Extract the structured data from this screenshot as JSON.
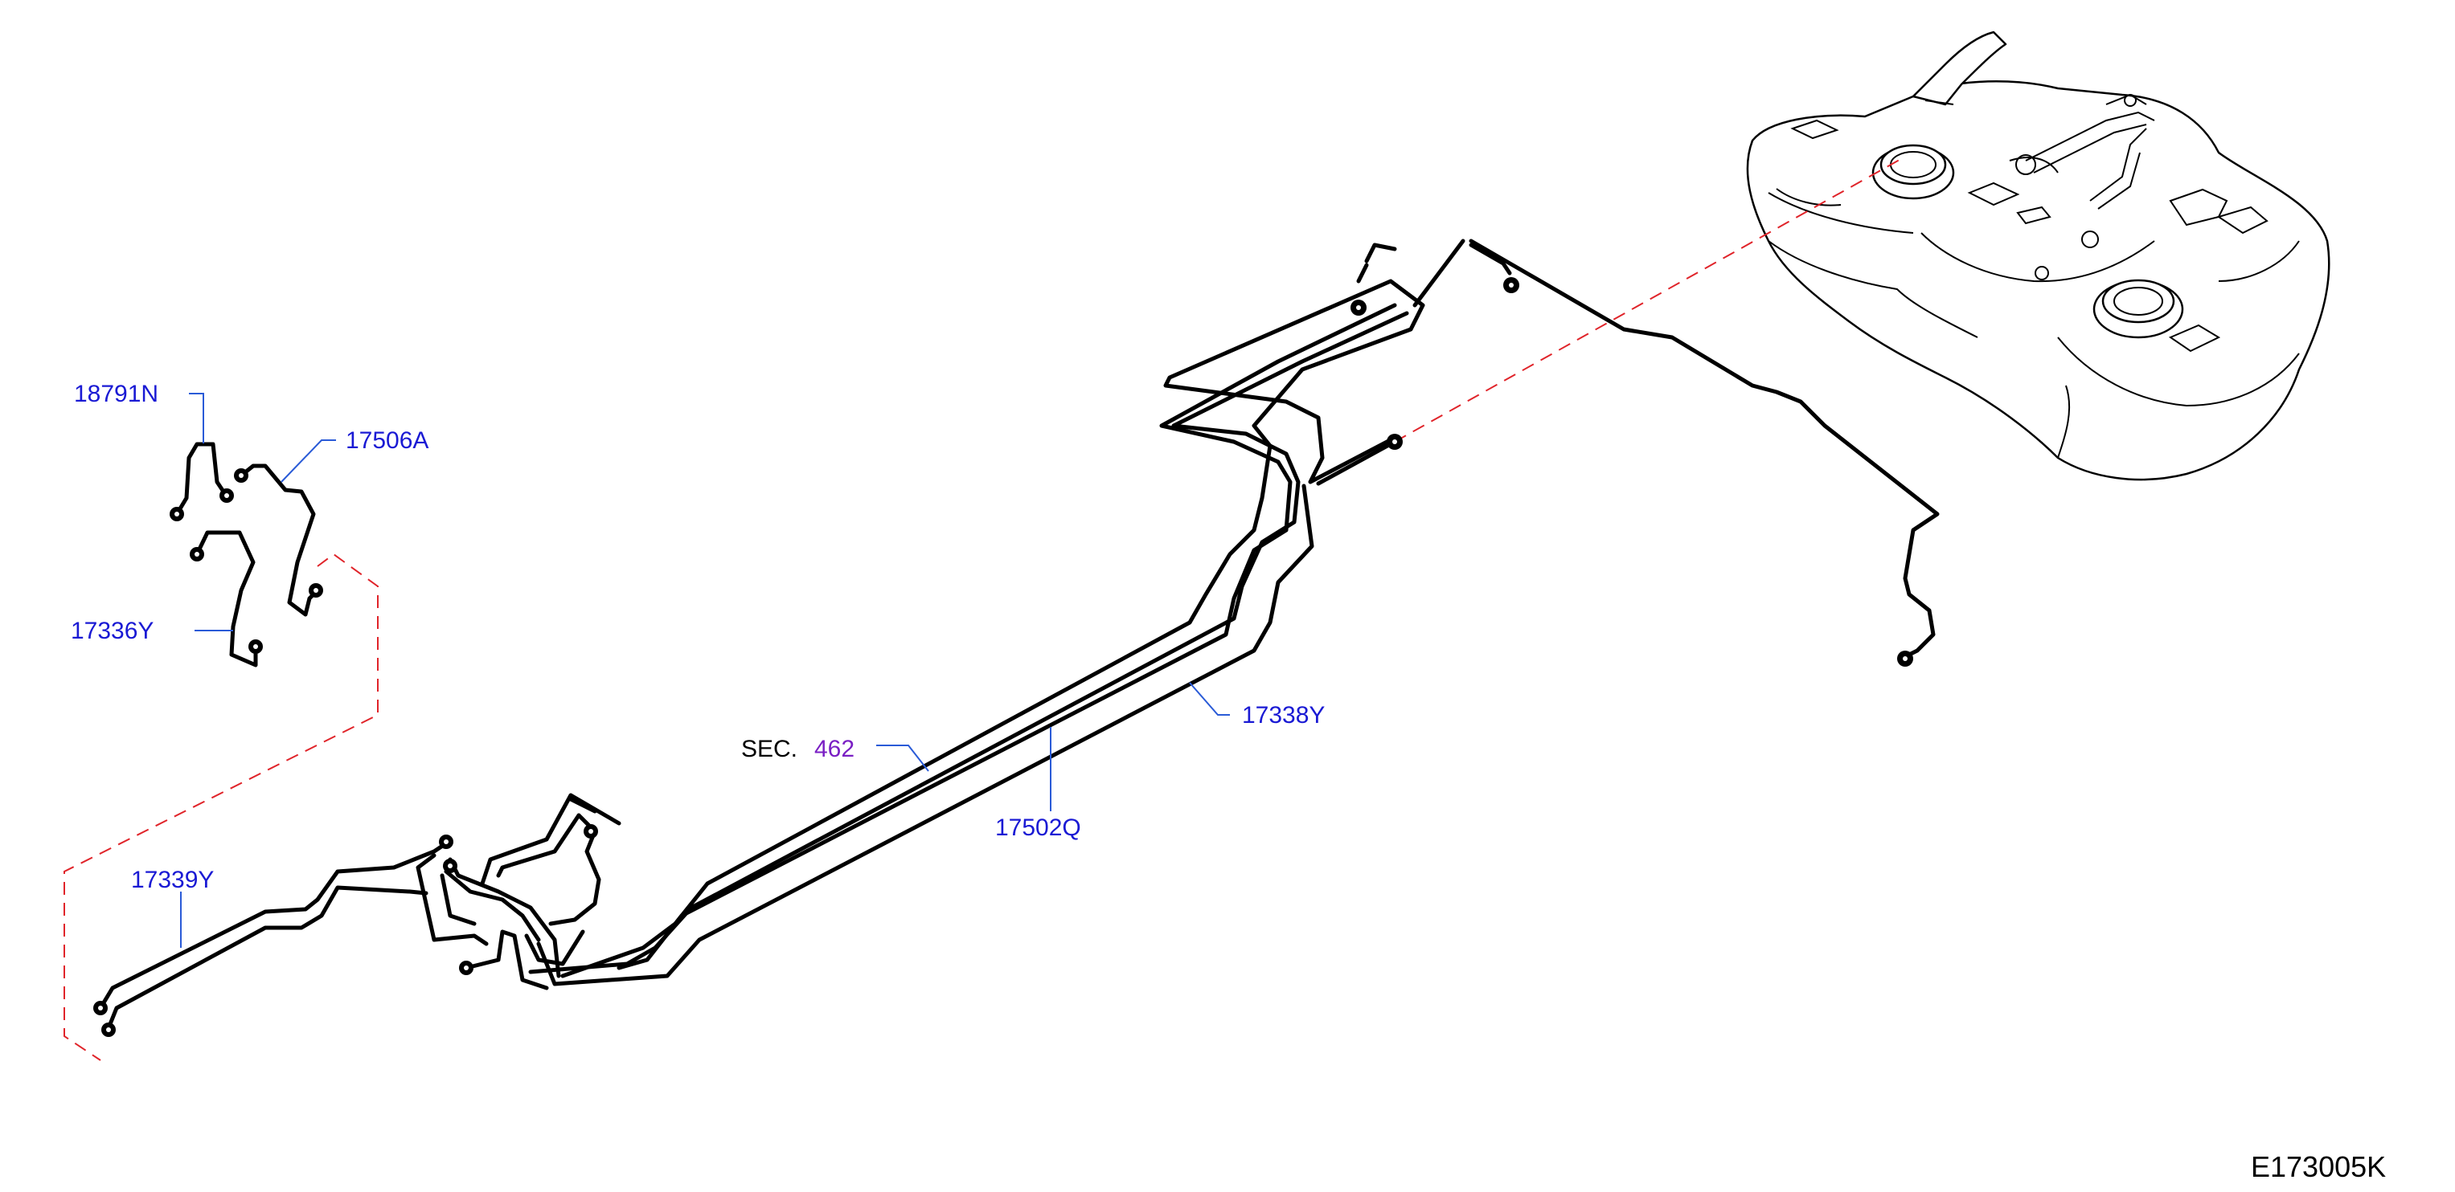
{
  "colors": {
    "part_label": "#1a1ad4",
    "section_ref": "#7a1fc4",
    "leader": "#2a5bd7",
    "phantom_line": "#e0242a",
    "line_art": "#000000"
  },
  "parts": [
    {
      "label": "18791N"
    },
    {
      "label": "17506A"
    },
    {
      "label": "17336Y"
    },
    {
      "label": "17339Y"
    },
    {
      "label": "17338Y"
    },
    {
      "label": "17502Q"
    }
  ],
  "section_ref": {
    "prefix": "SEC.",
    "number": "462"
  },
  "figure_code": "E173005K"
}
